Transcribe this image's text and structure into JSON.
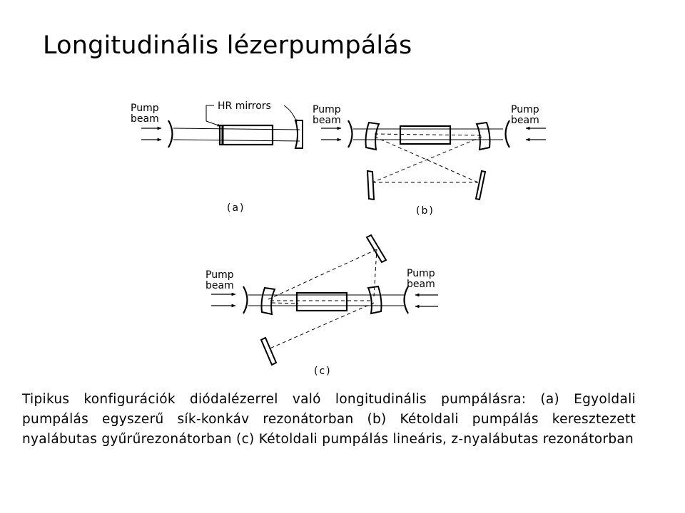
{
  "slide": {
    "title": "Longitudinális lézerpumpálás",
    "caption": "Tipikus konfigurációk diódalézerrel való longitudinális pumpálásra: (a) Egyoldali pumpálás egyszerű sík-konkáv rezonátorban (b) Kétoldali pumpálás keresztezett nyalábutas gyűrűrezonátorban (c) Kétoldali pumpálás lineáris, z-nyalábutas rezonátorban"
  },
  "diagram": {
    "hr_mirrors_label": "HR mirrors",
    "pump_line1": "Pump",
    "pump_line2": "beam",
    "panel_a_label": "(a)",
    "panel_b_label": "(b)",
    "panel_c_label": "(c)"
  }
}
